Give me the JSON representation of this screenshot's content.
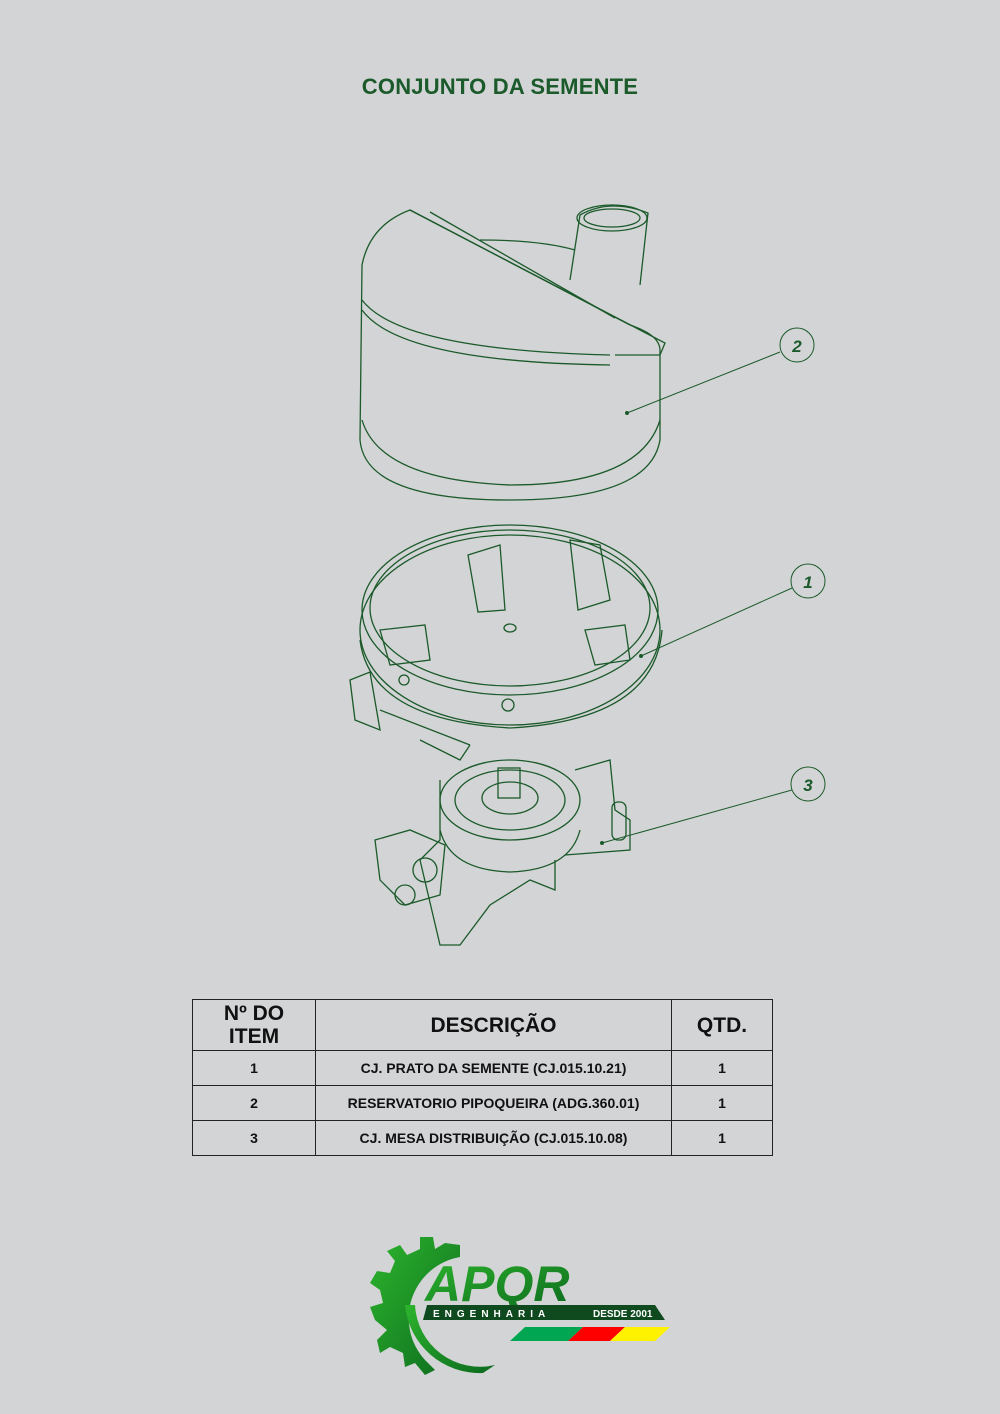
{
  "title": "CONJUNTO DA SEMENTE",
  "balloons": [
    "1",
    "2",
    "3"
  ],
  "table": {
    "headers": [
      "Nº DO ITEM",
      "DESCRIÇÃO",
      "QTD."
    ],
    "header_item_lines": [
      "Nº DO",
      "ITEM"
    ],
    "rows": [
      {
        "item": "1",
        "description": "CJ. PRATO DA SEMENTE (CJ.015.10.21)",
        "qty": "1"
      },
      {
        "item": "2",
        "description": "RESERVATORIO PIPOQUEIRA (ADG.360.01)",
        "qty": "1"
      },
      {
        "item": "3",
        "description": "CJ. MESA DISTRIBUIÇÃO  (CJ.015.10.08)",
        "qty": "1"
      }
    ]
  },
  "logo": {
    "name": "APQR",
    "subtitle": "ENGENHARIA",
    "since": "DESDE 2001"
  },
  "colors": {
    "line": "#1b5a2a",
    "green": "#1e9a2a",
    "flag_green": "#00a651",
    "flag_red": "#ff0000",
    "flag_yellow": "#fff200"
  }
}
